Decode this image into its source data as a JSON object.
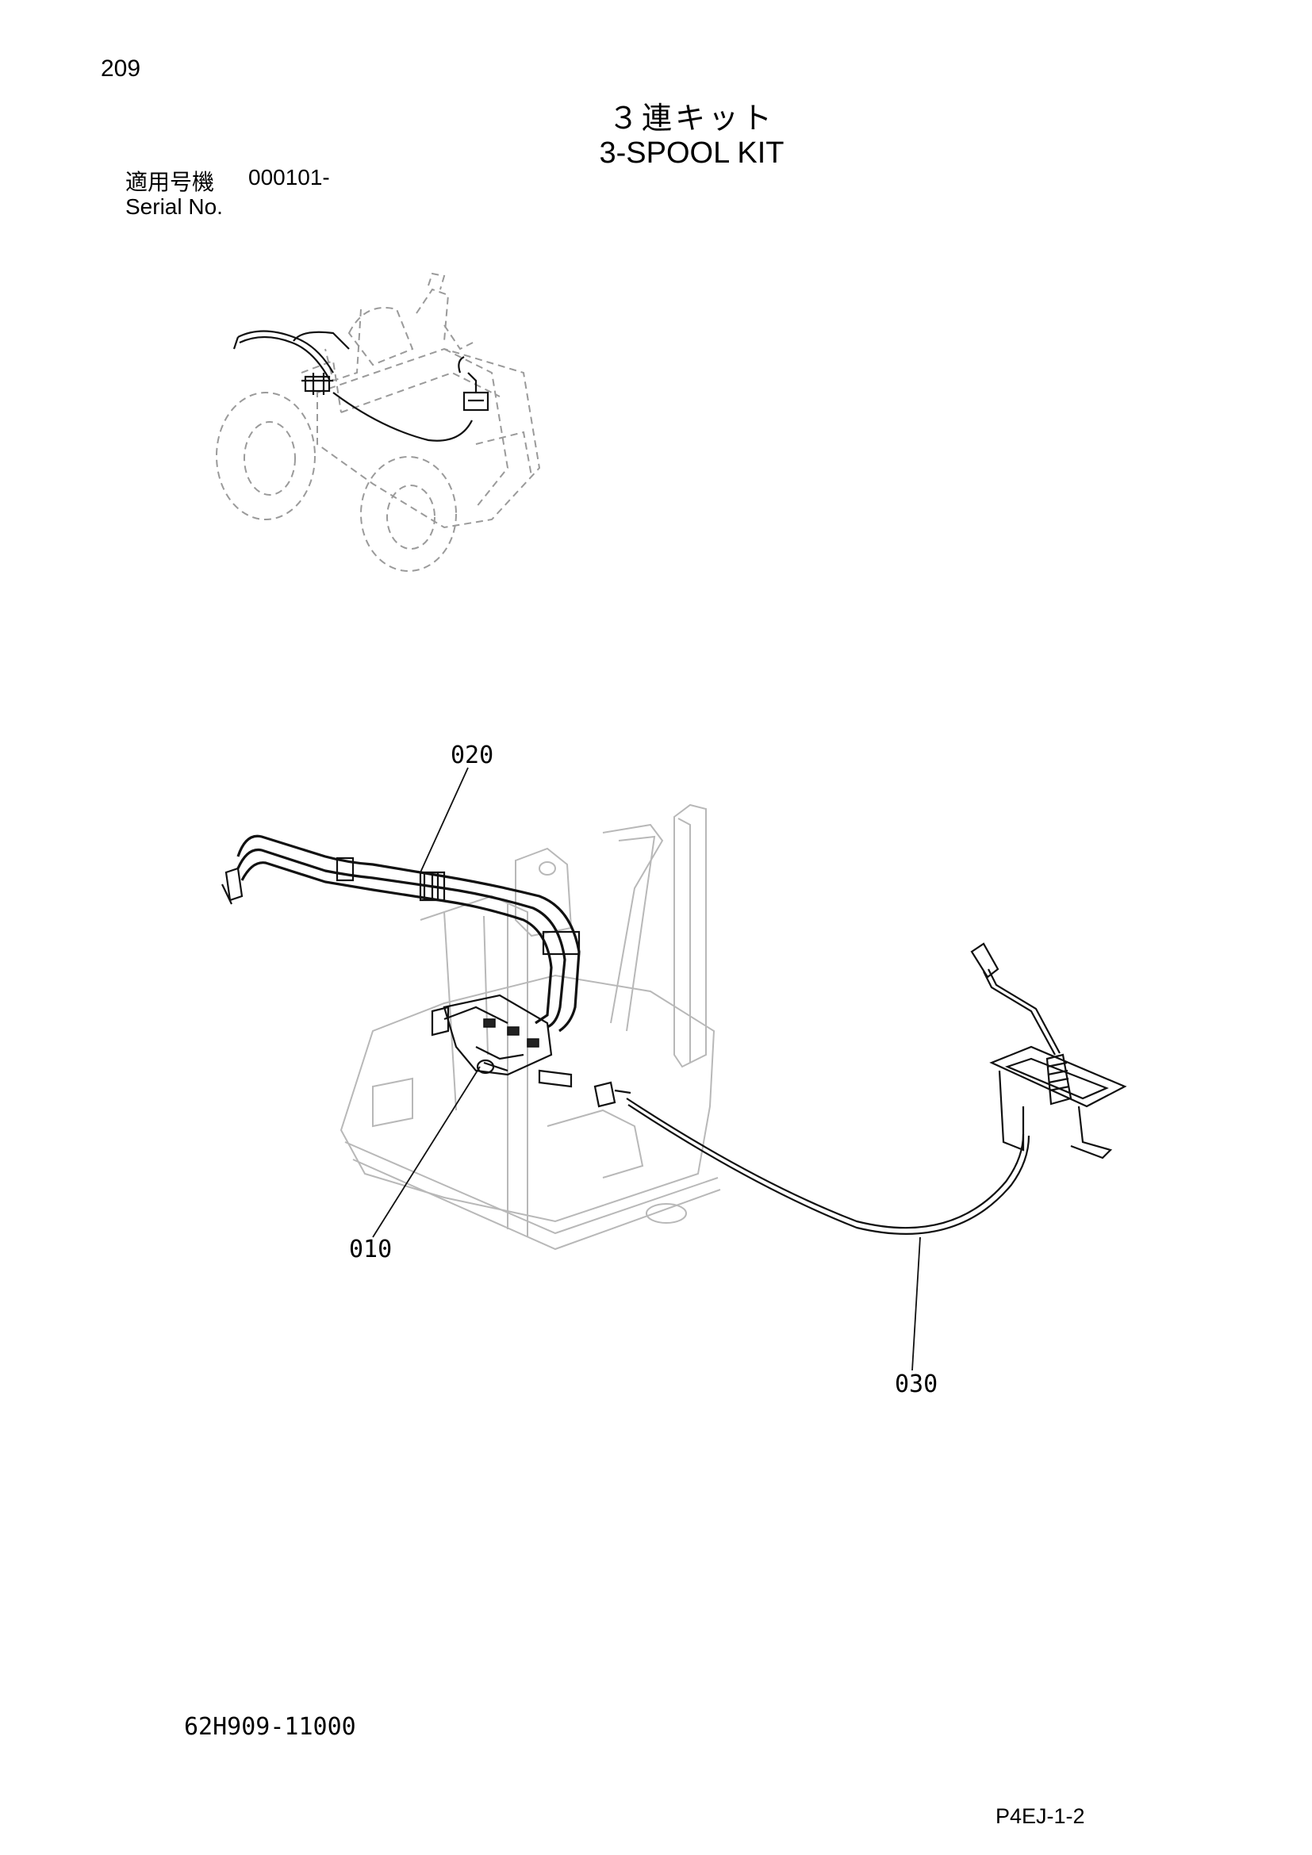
{
  "header": {
    "page_number": "209",
    "title_jp": "３連キット",
    "title_en": "3-SPOOL KIT"
  },
  "serial": {
    "label_jp": "適用号機",
    "range": "000101-",
    "label_en": "Serial No."
  },
  "callouts": {
    "c010": "010",
    "c020": "020",
    "c030": "030"
  },
  "footer": {
    "part_number": "62H909-11000",
    "page_ref": "P4EJ-1-2"
  }
}
